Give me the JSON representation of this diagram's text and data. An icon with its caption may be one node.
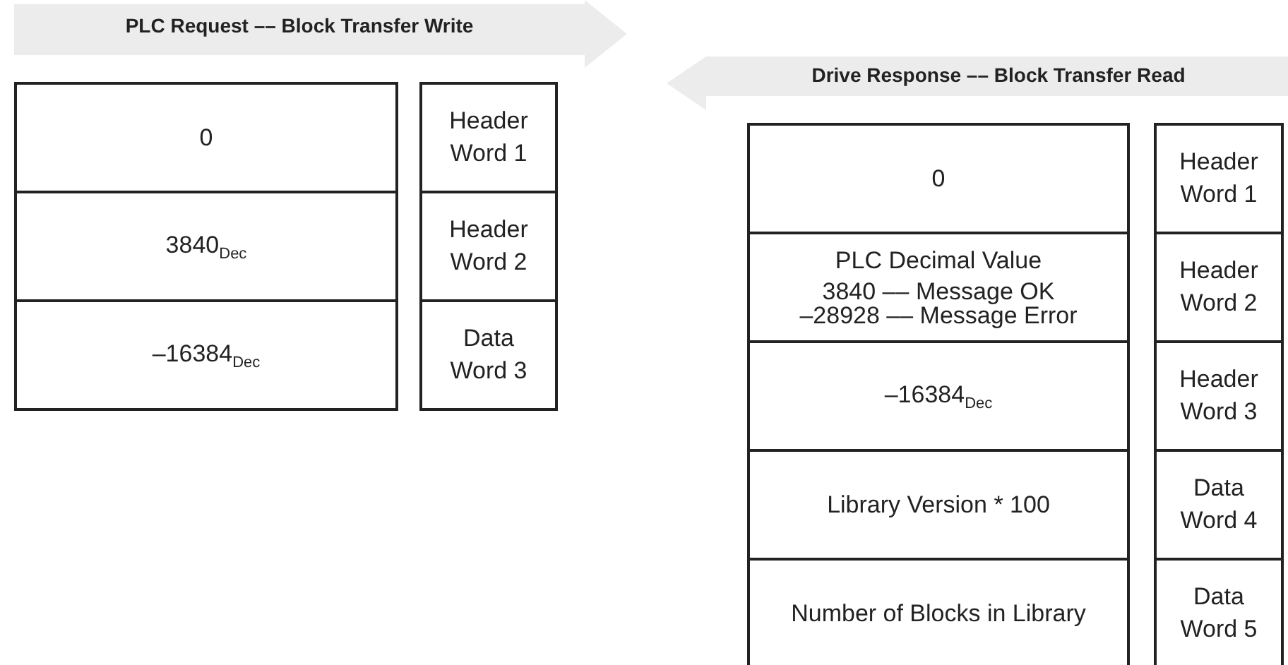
{
  "diagram": {
    "nodes": [
      {
        "text": [
          "PLC Request –– Block Transfer Write"
        ]
      },
      {
        "text": [
          "0"
        ]
      },
      {
        "text": [
          "3840$_{Dec}$"
        ]
      },
      {
        "text": [
          "–16384$_{Dec}$"
        ]
      },
      {
        "text": [
          "Header Word 1"
        ]
      },
      {
        "text": [
          "Header Word 2"
        ]
      },
      {
        "text": [
          "Data Word 3"
        ]
      },
      {
        "text": [
          "Drive Response –– Block Transfer Read"
        ]
      },
      {
        "text": [
          "0"
        ]
      },
      {
        "text": [
          "PLC Decimal Value",
          "3840 –– Message OK",
          "–28928 –– Message Error"
        ]
      },
      {
        "text": [
          "–16384$_{Dec}$"
        ]
      },
      {
        "text": [
          "Library Version * 100"
        ]
      },
      {
        "text": [
          "Number of Blocks in Library"
        ]
      },
      {
        "text": [
          "Header Word 1"
        ]
      },
      {
        "text": [
          "Header Word 2"
        ]
      },
      {
        "text": [
          "Header Word 3"
        ]
      },
      {
        "text": [
          "Data Word 4"
        ]
      },
      {
        "text": [
          "Data Word 5"
        ]
      }
    ]
  }
}
